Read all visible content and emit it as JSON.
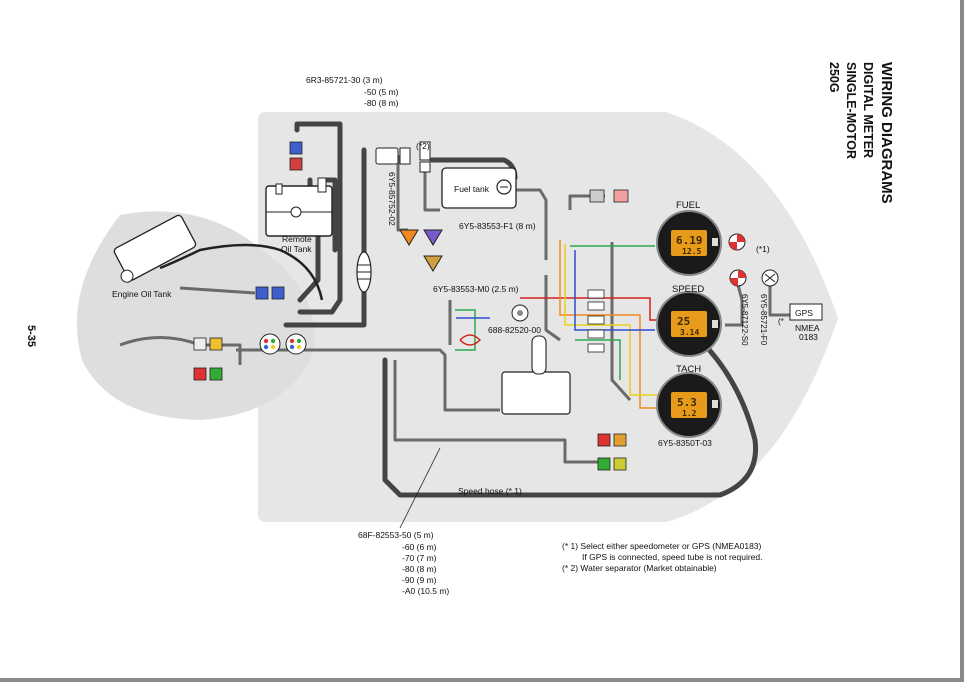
{
  "title": {
    "line1": "WIRING DIAGRAMS",
    "line2": "DIGITAL METER",
    "line3": "SINGLE-MOTOR",
    "line4": "250G"
  },
  "page_number": "5-35",
  "labels": {
    "oil_hose": [
      "6R3-85721-30 (3 m)",
      "-50 (5 m)",
      "-80 (8 m)"
    ],
    "remote_oil_tank": [
      "Remote",
      "Oil Tank"
    ],
    "engine_oil_tank": "Engine Oil Tank",
    "note2_marker": "(*2)",
    "water_sep_part": "6Y5-85752-02",
    "fuel_tank": "Fuel tank",
    "fuel_harness": "6Y5-83553-F1 (8 m)",
    "main_harness": "6Y5-83553-M0 (2.5 m)",
    "sensor_part": "688-82520-00",
    "fuel_gauge": "FUEL",
    "speed_gauge": "SPEED",
    "tach_gauge": "TACH",
    "tach_part": "6Y5-8350T-03",
    "note1_marker": "(*1)",
    "gps_cable_part": "6Y5-85721-F0",
    "speed_cable_part": "6Y5-87122-S0",
    "gps": "GPS",
    "nmea": [
      "NMEA",
      "0183"
    ],
    "star": "(*",
    "speed_hose": "Speed hose (* 1)",
    "harness_lengths": [
      "68F-82553-50 (5 m)",
      "-60 (6 m)",
      "-70 (7 m)",
      "-80 (8 m)",
      "-90 (9 m)",
      "-A0 (10.5 m)"
    ]
  },
  "notes": [
    "(* 1) Select either speedometer or GPS (NMEA0183)",
    "If GPS is connected, speed tube is not required.",
    "(* 2) Water separator (Market obtainable)"
  ],
  "gauge_displays": {
    "fuel": [
      "6.19",
      "12.5"
    ],
    "speed": [
      "25",
      "3.14"
    ],
    "tach": [
      "5.3",
      "1.2"
    ]
  },
  "colors": {
    "boat_shape": "#e6e6e6",
    "engine_shape": "#dedede",
    "hose": "#222222",
    "gauge_face": "#1a1a1a",
    "lcd": "#e89a1a",
    "wire_red": "#d32020",
    "wire_orange": "#f08a1c",
    "wire_yellow": "#e8d21a",
    "wire_green": "#2aa84a",
    "wire_blue": "#2a4fd0"
  }
}
